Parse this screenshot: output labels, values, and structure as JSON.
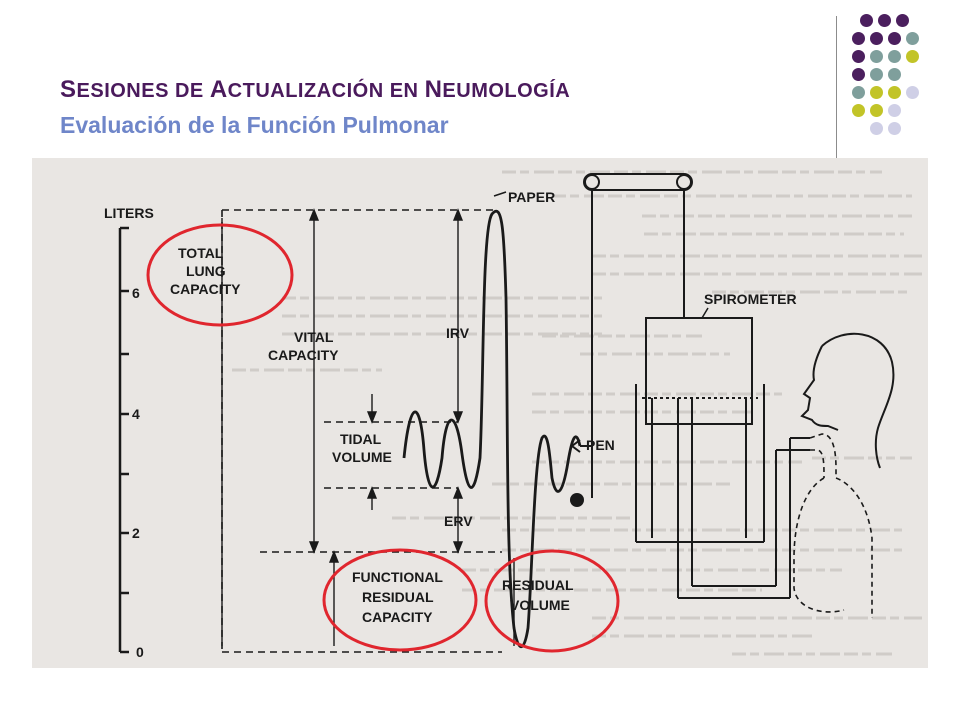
{
  "slide": {
    "title_parts": [
      {
        "cap": "S",
        "rest": "ESIONES DE "
      },
      {
        "cap": "A",
        "rest": "CTUALIZACIÓN EN "
      },
      {
        "cap": "N",
        "rest": "EUMOLOGÍA"
      }
    ],
    "subtitle": "Evaluación de la Función Pulmonar"
  },
  "figure": {
    "axis_unit": "LITERS",
    "y_ticks": [
      "6",
      "4",
      "2",
      "0"
    ],
    "labels": {
      "paper": "PAPER",
      "spirometer": "SPIROMETER",
      "pen": "PEN",
      "irv": "IRV",
      "erv": "ERV",
      "vital_capacity": [
        "VITAL",
        "CAPACITY"
      ],
      "tidal_volume": [
        "TIDAL",
        "VOLUME"
      ],
      "total_lung_capacity": [
        "TOTAL",
        "LUNG",
        "CAPACITY"
      ],
      "functional_residual_capacity": [
        "FUNCTIONAL",
        "RESIDUAL",
        "CAPACITY"
      ],
      "residual_volume": [
        "RESIDUAL",
        "VOLUME"
      ]
    },
    "highlight_color": "#e0262e"
  },
  "decoration": {
    "dot_colors": {
      "purple": "#4b1f5e",
      "teal": "#7f9f9c",
      "olive": "#c2c428",
      "lavender": "#cfcfe6"
    }
  }
}
